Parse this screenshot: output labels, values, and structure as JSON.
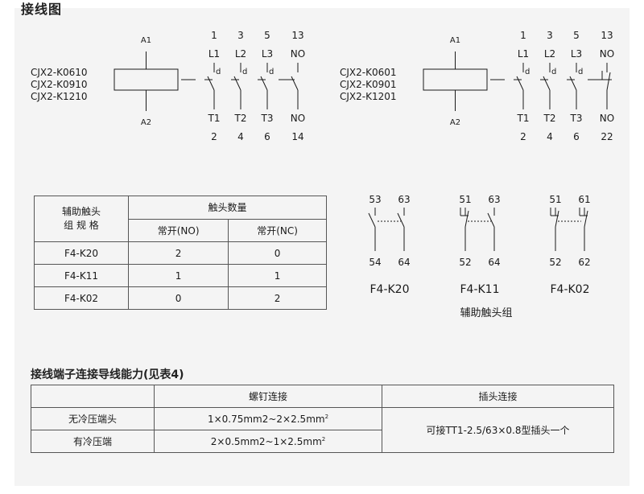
{
  "header": {
    "title": "接线图"
  },
  "diagram_left": {
    "models": [
      "CJX2-K0610",
      "CJX2-K0910",
      "CJX2-K1210"
    ],
    "coil_top": "A1",
    "coil_bottom": "A2",
    "top_numbers": [
      "1",
      "3",
      "5",
      "13"
    ],
    "top_labels": [
      "L1",
      "L2",
      "L3",
      "NO"
    ],
    "bottom_labels": [
      "T1",
      "T2",
      "T3",
      "NO"
    ],
    "bottom_numbers": [
      "2",
      "4",
      "6",
      "14"
    ],
    "contact_marks": [
      "d",
      "d",
      "d"
    ]
  },
  "diagram_right": {
    "models": [
      "CJX2-K0601",
      "CJX2-K0901",
      "CJX2-K1201"
    ],
    "coil_top": "A1",
    "coil_bottom": "A2",
    "top_numbers": [
      "1",
      "3",
      "5",
      "13"
    ],
    "top_labels": [
      "L1",
      "L2",
      "L3",
      "NO"
    ],
    "bottom_labels": [
      "T1",
      "T2",
      "T3",
      "NO"
    ],
    "bottom_numbers": [
      "2",
      "4",
      "6",
      "22"
    ],
    "contact_marks": [
      "d",
      "d",
      "d"
    ]
  },
  "spec_table": {
    "header_left_line1": "辅助触头",
    "header_left_line2": "组 规 格",
    "header_group": "触头数量",
    "col_no": "常开(NO)",
    "col_nc": "常开(NC)",
    "rows": [
      {
        "model": "F4-K20",
        "no": "2",
        "nc": "0"
      },
      {
        "model": "F4-K11",
        "no": "1",
        "nc": "1"
      },
      {
        "model": "F4-K02",
        "no": "0",
        "nc": "2"
      }
    ]
  },
  "aux_groups": {
    "caption": "辅助触头组",
    "items": [
      {
        "name": "F4-K20",
        "top": [
          "53",
          "63"
        ],
        "bottom": [
          "54",
          "64"
        ]
      },
      {
        "name": "F4-K11",
        "top": [
          "51",
          "63"
        ],
        "bottom": [
          "52",
          "64"
        ]
      },
      {
        "name": "F4-K02",
        "top": [
          "51",
          "61"
        ],
        "bottom": [
          "52",
          "62"
        ]
      }
    ]
  },
  "wire_table": {
    "title": "接线端子连接导线能力(见表4)",
    "col_screw": "螺钉连接",
    "col_plug": "插头连接",
    "row1_label": "无冷压端头",
    "row1_screw": "1×0.75mm2~2×2.5mm",
    "row2_label": "有冷压端",
    "row2_screw": "2×0.5mm2~1×2.5mm",
    "superscript": "2",
    "plug_value": "可接TT1-2.5/63×0.8型插头一个"
  }
}
